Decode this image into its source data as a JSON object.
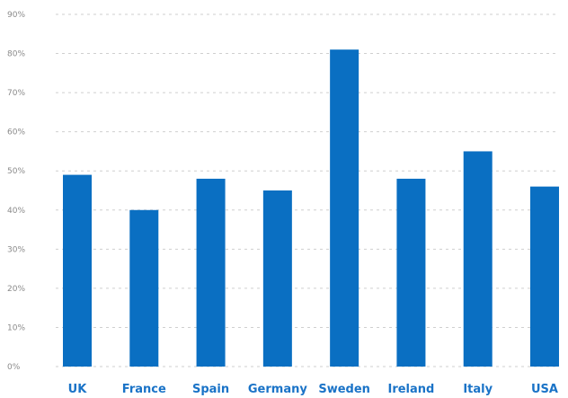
{
  "chart_data": {
    "type": "bar",
    "categories": [
      "UK",
      "France",
      "Spain",
      "Germany",
      "Sweden",
      "Ireland",
      "Italy",
      "USA"
    ],
    "values": [
      49,
      40,
      48,
      45,
      81,
      48,
      55,
      46
    ],
    "ylim": [
      0,
      90
    ],
    "yticks": [
      "0%",
      "10%",
      "20%",
      "30%",
      "40%",
      "50%",
      "60%",
      "70%",
      "80%",
      "90%"
    ],
    "grid": true,
    "bar_color": "#0a6fc2",
    "label_color": "#1a73c7"
  }
}
